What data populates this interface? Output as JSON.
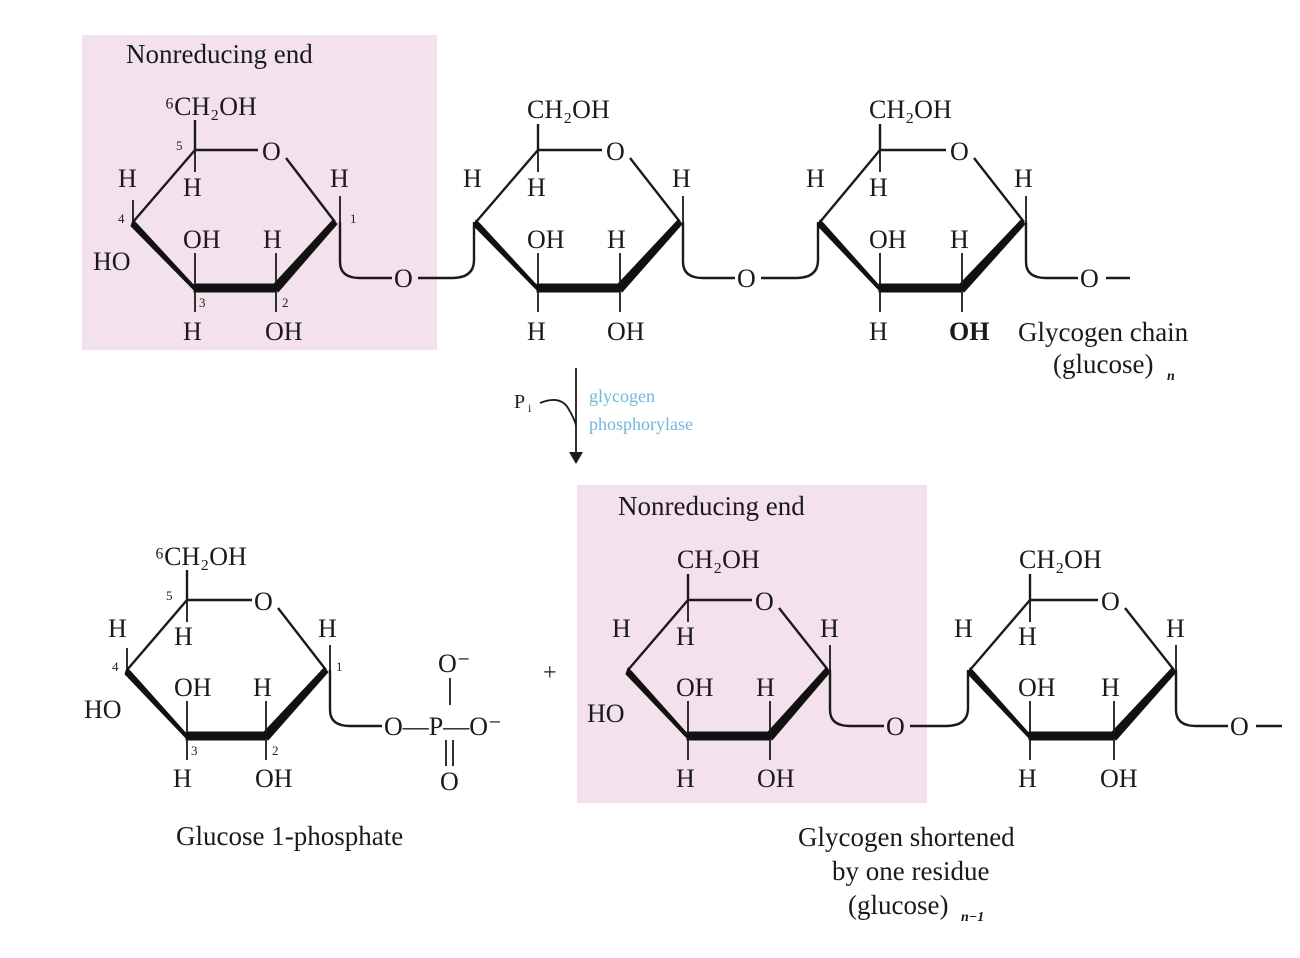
{
  "colors": {
    "highlight": "#f3e1ec",
    "ink": "#1a1a1a",
    "enzyme": "#6fb8dc"
  },
  "labels": {
    "nonreducing_end": "Nonreducing end",
    "ch2oh": "CH₂OH",
    "ch2oh_numbered": "⁶CH₂OH",
    "o": "O",
    "h": "H",
    "oh": "OH",
    "ho": "HO",
    "n1": "1",
    "n2": "2",
    "n3": "3",
    "n4": "4",
    "n5": "5",
    "chain_link": "—O—",
    "chain_end": "—O—",
    "glycogen_chain": "Glycogen chain",
    "glucose_n": "(glucose)",
    "subscript_n": "n",
    "pi": "P",
    "pi_sub": "i",
    "enzyme_line1": "glycogen",
    "enzyme_line2": "phosphorylase",
    "plus": "+",
    "o_minus": "O⁻",
    "phosphate_row": "O—P—O⁻",
    "phosphate_o": "O",
    "glucose_1_phosphate": "Glucose 1-phosphate",
    "shortened_line1": "Glycogen shortened",
    "shortened_line2": "by one residue",
    "glucose_n1": "(glucose)",
    "subscript_n1": "n−1"
  }
}
